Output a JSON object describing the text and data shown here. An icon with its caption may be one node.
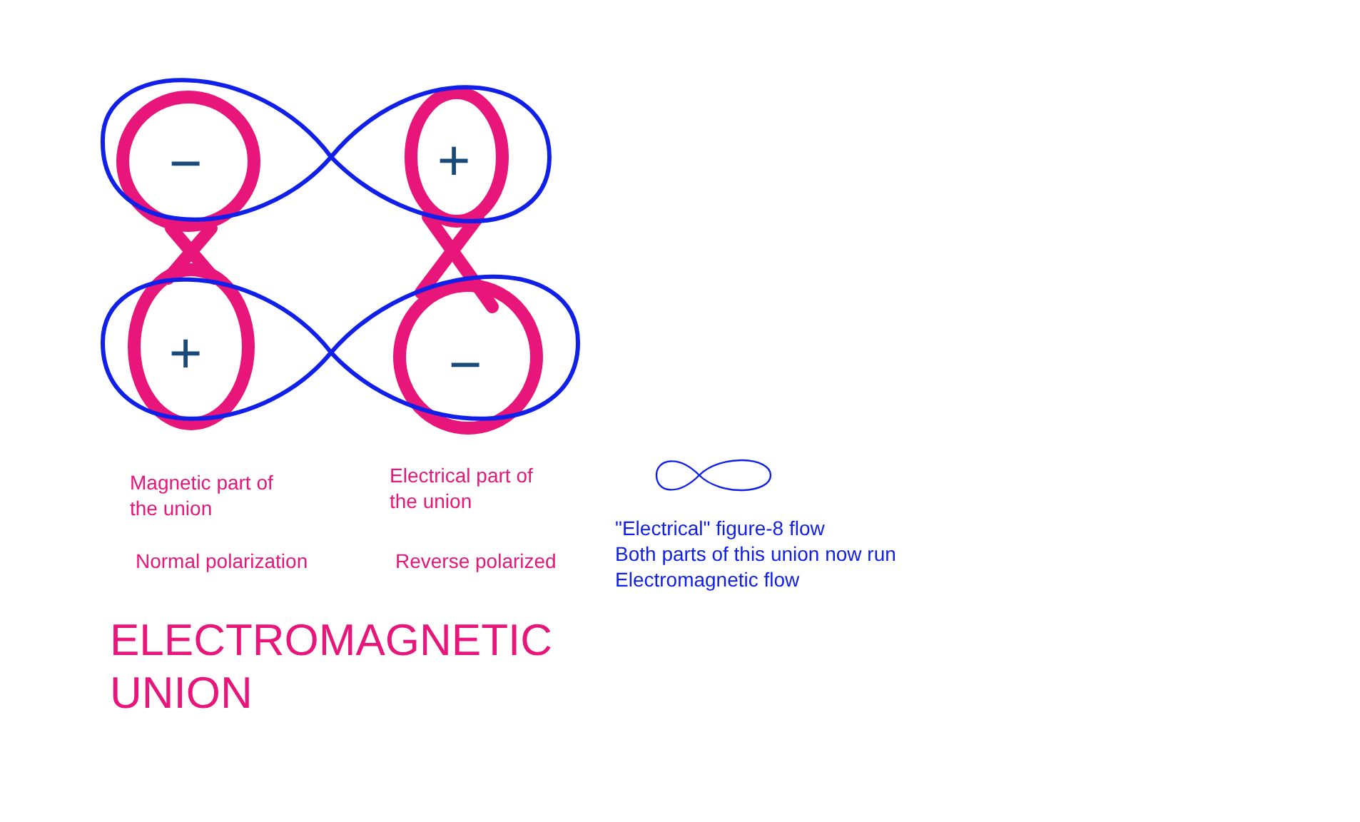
{
  "diagram": {
    "caption": "ELECTROMAGNETIC UNION",
    "labels": [
      "−",
      "+",
      "+",
      "−",
      "Magnetic part of the union",
      "Electrical part of the union",
      "Normal polarization",
      "Reverse polarized",
      "\"Electrical\" figure-8 flow",
      "Both parts of this union now run",
      "Electromagnetic flow"
    ]
  }
}
